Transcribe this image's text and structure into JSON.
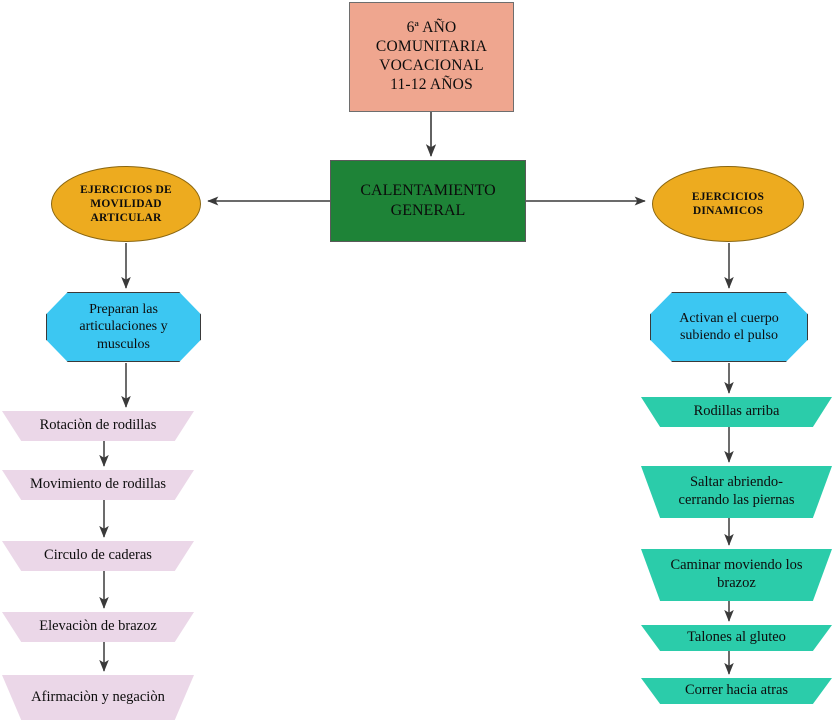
{
  "diagram": {
    "title_node": {
      "id": "grade-header",
      "text": "6ª AÑO\nCOMUNITARIA\nVOCACIONAL\n11-12 AÑOS",
      "lines": [
        "6ª AÑO",
        "COMUNITARIA",
        "VOCACIONAL",
        "11-12 AÑOS"
      ],
      "shape": "rectangle",
      "fill": "#efa68f",
      "stroke": "#6e6e6e"
    },
    "center_node": {
      "id": "calentamiento-general",
      "lines": [
        "CALENTAMIENTO",
        "GENERAL"
      ],
      "shape": "rectangle",
      "fill": "#1e8337",
      "stroke": "#5a5a5a"
    },
    "branches": [
      {
        "id": "movilidad-articular",
        "side": "left",
        "head": {
          "lines": [
            "EJERCICIOS DE",
            "MOVILIDAD",
            "ARTICULAR"
          ],
          "shape": "ellipse",
          "fill": "#edab1f",
          "stroke": "#8a6610"
        },
        "description": {
          "lines": [
            "Preparan las",
            "articulaciones y",
            "musculos"
          ],
          "shape": "octagon",
          "fill": "#3cc7f2",
          "stroke": "#3a3a3a"
        },
        "items": [
          {
            "lines": [
              "Rotaciòn de rodillas"
            ],
            "shape": "banner",
            "fill": "#ebd7e8"
          },
          {
            "lines": [
              "Movimiento de rodillas"
            ],
            "shape": "banner",
            "fill": "#ebd7e8"
          },
          {
            "lines": [
              "Circulo de caderas"
            ],
            "shape": "banner",
            "fill": "#ebd7e8"
          },
          {
            "lines": [
              "Elevaciòn de brazoz"
            ],
            "shape": "banner",
            "fill": "#ebd7e8"
          },
          {
            "lines": [
              "Afirmaciòn y negaciòn"
            ],
            "shape": "banner",
            "fill": "#ebd7e8"
          }
        ]
      },
      {
        "id": "ejercicios-dinamicos",
        "side": "right",
        "head": {
          "lines": [
            "EJERCICIOS",
            "DINAMICOS"
          ],
          "shape": "ellipse",
          "fill": "#edab1f",
          "stroke": "#8a6610"
        },
        "description": {
          "lines": [
            "Activan el cuerpo",
            "subiendo el pulso"
          ],
          "shape": "octagon",
          "fill": "#3cc7f2",
          "stroke": "#3a3a3a"
        },
        "items": [
          {
            "lines": [
              "Rodillas arriba"
            ],
            "shape": "banner",
            "fill": "#2bccaa"
          },
          {
            "lines": [
              "Saltar abriendo-",
              "cerrando las piernas"
            ],
            "shape": "banner",
            "fill": "#2bccaa"
          },
          {
            "lines": [
              "Caminar moviendo los",
              "brazoz"
            ],
            "shape": "banner",
            "fill": "#2bccaa"
          },
          {
            "lines": [
              "Talones al gluteo"
            ],
            "shape": "banner",
            "fill": "#2bccaa"
          },
          {
            "lines": [
              "Correr hacia atras"
            ],
            "shape": "banner",
            "fill": "#2bccaa"
          }
        ]
      }
    ],
    "connectors": {
      "stroke": "#3a3a3a",
      "arrowheads": true,
      "count": 14
    },
    "colors": {
      "salmon": "#efa68f",
      "green": "#1e8337",
      "orange": "#edab1f",
      "blue": "#3cc7f2",
      "pink": "#ebd7e8",
      "teal": "#2bccaa",
      "line": "#3a3a3a",
      "background": "#ffffff"
    }
  }
}
